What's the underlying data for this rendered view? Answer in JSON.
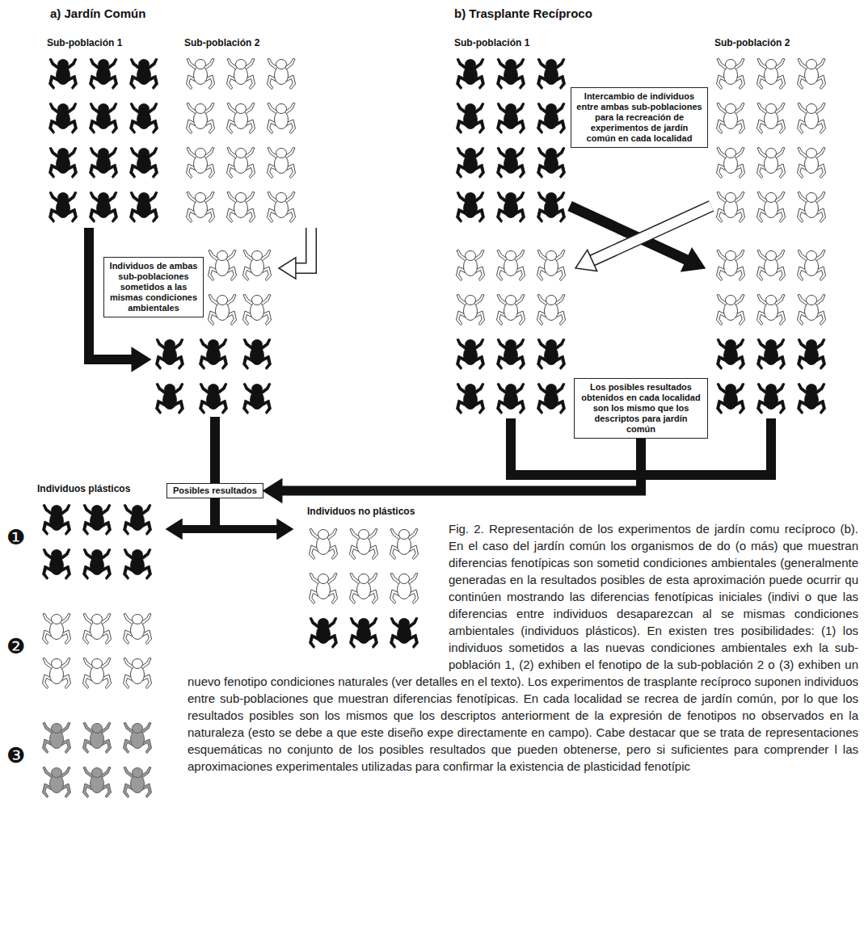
{
  "diagram": {
    "caption": "Fig. 2. Representación de los experimentos de jardín comu recíproco (b). En el caso del jardín común los organismos de do (o más) que muestran diferencias fenotípicas son sometid condiciones ambientales (generalmente generadas en la resultados posibles de esta aproximación puede ocurrir qu continúen mostrando las diferencias fenotípicas iniciales (indivi o que las diferencias entre individuos desaparezcan al se mismas condiciones ambientales (individuos plásticos). En existen tres posibilidades: (1) los individuos sometidos a las nuevas condiciones ambientales exh la sub-población 1, (2) exhiben el fenotipo de la sub-población 2 o (3) exhiben un nuevo fenotipo condiciones naturales (ver detalles en el texto). Los experimentos de trasplante recíproco suponen individuos entre sub-poblaciones que muestran diferencias fenotípicas. En cada localidad se recrea de jardín común, por lo que los resultados posibles son los mismos que los descriptos anteriorment de la expresión de fenotipos no observados en la naturaleza (esto se debe a que este diseño expe directamente en campo). Cabe destacar que se trata de representaciones esquemáticas no conjunto de los posibles resultados que pueden obtenerse, pero si suficientes para comprender l las aproximaciones experimentales utilizadas para confirmar la existencia de plasticidad fenotípic",
    "nodes": [
      {
        "text": [
          "Individuos de ambas sub-poblaciones sometidos a las mismas condiciones ambientales"
        ]
      },
      {
        "text": [
          "Posibles resultados"
        ]
      },
      {
        "text": [
          "Intercambio de individuos entre ambas sub-poblaciones para la recreación de experimentos de jardín común en cada localidad"
        ]
      },
      {
        "text": [
          "Los posibles resultados obtenidos en cada localidad son los mismo que los descriptos para jardín común"
        ]
      }
    ],
    "edges": [
      {
        "from": 3,
        "to": 1,
        "arrow": "to"
      }
    ],
    "labels": [
      "a) Jardín Común",
      "b) Trasplante Recíproco",
      "Sub-población 1",
      "Sub-población 2",
      "Sub-población 1",
      "Sub-población 2",
      "Individuos plásticos",
      "Individuos no plásticos",
      "❶",
      "❷",
      "❸"
    ]
  }
}
